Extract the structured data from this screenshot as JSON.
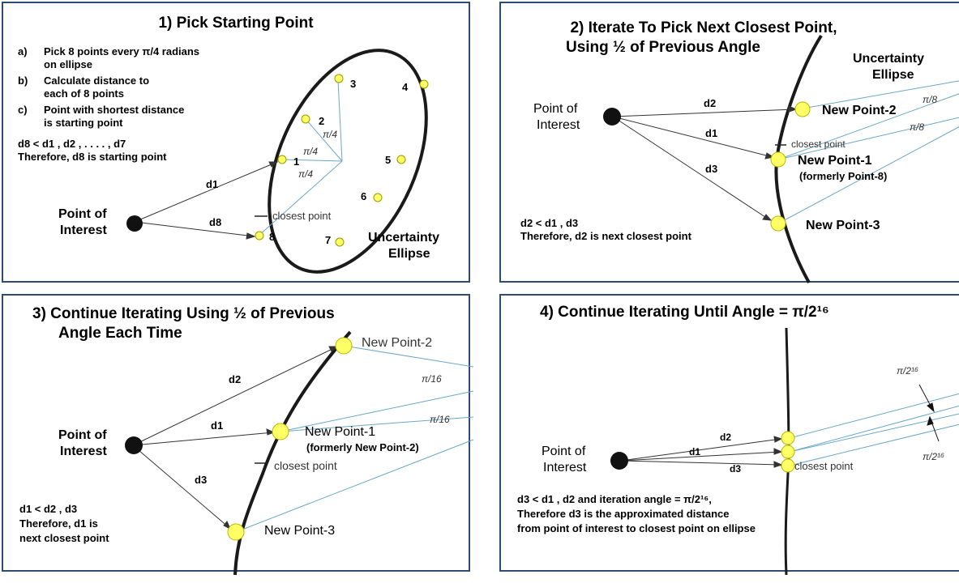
{
  "panel1": {
    "title": "1) Pick Starting Point",
    "step_a_marker": "a)",
    "step_a": "Pick 8 points every π/4 radians",
    "step_a_cont": "on ellipse",
    "step_b_marker": "b)",
    "step_b": "Calculate distance to",
    "step_b_cont": "each of 8 points",
    "step_c_marker": "c)",
    "step_c": "Point with shortest distance",
    "step_c_cont": "is starting point",
    "condition": "d8 < d1 , d2 , . . . . , d7",
    "conclusion": "Therefore, d8 is starting point",
    "poi_line1": "Point of",
    "poi_line2": "Interest",
    "d1": "d1",
    "d8": "d8",
    "points": [
      "1",
      "2",
      "3",
      "4",
      "5",
      "6",
      "7",
      "8"
    ],
    "angles": [
      "π/4",
      "π/4",
      "π/4"
    ],
    "closest": "closest point",
    "ellipse_line1": "Uncertainty",
    "ellipse_line2": "Ellipse"
  },
  "panel2": {
    "title_line1": "2) Iterate To Pick Next Closest Point,",
    "title_line2": "Using ½ of Previous Angle",
    "ellipse_line1": "Uncertainty",
    "ellipse_line2": "Ellipse",
    "poi_line1": "Point of",
    "poi_line2": "Interest",
    "d2": "d2",
    "d1": "d1",
    "d3": "d3",
    "new_point_2": "New Point-2",
    "closest": "closest point",
    "new_point_1": "New Point-1",
    "formerly": "(formerly Point-8)",
    "new_point_3": "New Point-3",
    "angles": [
      "π/8",
      "π/8"
    ],
    "condition": "d2 < d1 , d3",
    "conclusion": "Therefore, d2 is next closest point"
  },
  "panel3": {
    "title_line1": "3) Continue Iterating Using ½ of Previous",
    "title_line2": "Angle Each Time",
    "poi_line1": "Point of",
    "poi_line2": "Interest",
    "d2": "d2",
    "d1": "d1",
    "d3": "d3",
    "new_point_2": "New Point-2",
    "new_point_1": "New Point-1",
    "formerly": "(formerly New Point-2)",
    "closest": "closest point",
    "new_point_3": "New Point-3",
    "angles": [
      "π/16",
      "π/16"
    ],
    "condition": "d1 < d2 , d3",
    "conclusion_1": "Therefore, d1 is",
    "conclusion_2": "next closest point"
  },
  "panel4": {
    "title": "4) Continue Iterating Until Angle = π/2¹⁶",
    "poi_line1": "Point of",
    "poi_line2": "Interest",
    "d2": "d2",
    "d1": "d1",
    "d3": "d3",
    "closest": "closest point",
    "angles": [
      "π/2¹⁶",
      "π/2¹⁶"
    ],
    "condition": "d3 < d1 , d2 and iteration angle = π/2¹⁶,",
    "conclusion_1": "Therefore d3 is the approximated distance",
    "conclusion_2": "from point of interest to closest point on ellipse"
  },
  "colors": {
    "border": "#2e4c73",
    "point_fill": "#ffff66",
    "point_stroke": "#b8b800",
    "ray": "#6aa8c8",
    "poi": "#111111"
  }
}
